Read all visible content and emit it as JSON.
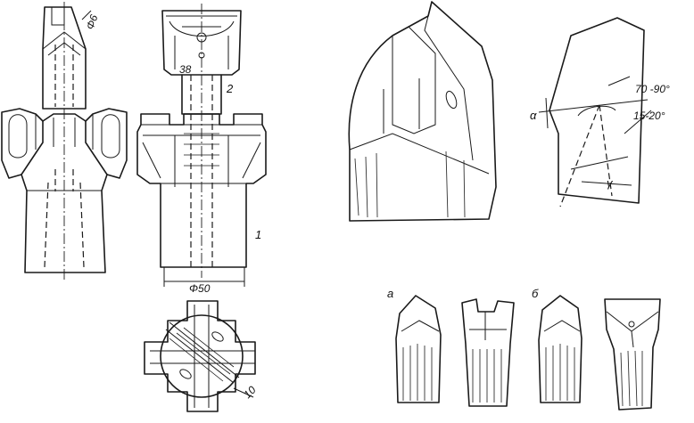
{
  "drawing_labels": {
    "dia_6": "Φ6",
    "dim_38": "38",
    "part_2": "2",
    "part_1": "1",
    "dia_50": "Φ50",
    "dim_10": "10",
    "angle_70_90": "70 -90°",
    "angle_15_20": "15-20°",
    "alpha": "α",
    "gamma": "γ",
    "photo_a": "а",
    "photo_b": "б"
  }
}
